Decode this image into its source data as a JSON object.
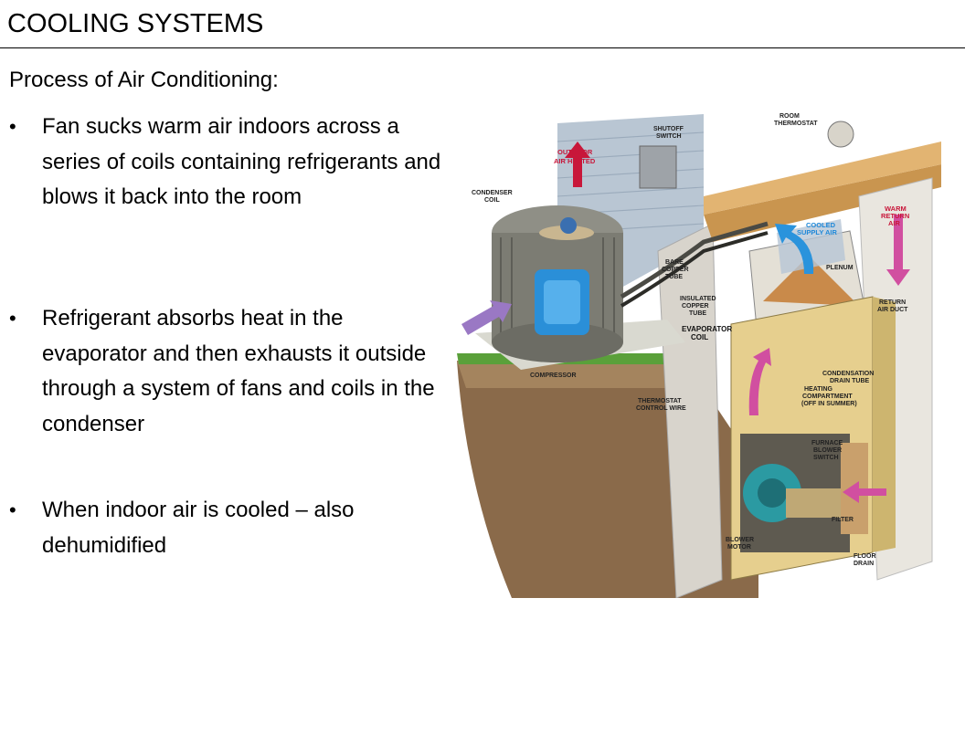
{
  "slide": {
    "title": "COOLING SYSTEMS",
    "subtitle": "Process of Air Conditioning:",
    "bullet_glyph": "•",
    "bullets": [
      "Fan sucks warm air indoors across a series of coils containing refrigerants and blows it back into the room",
      "Refrigerant absorbs heat in the evaporator and then exhausts it outside through a system of fans and coils in the condenser",
      "When indoor air is cooled – also dehumidified"
    ]
  },
  "illustration": {
    "labels": {
      "outdoor_air": [
        "OUTDOOR",
        "AIR HEATED"
      ],
      "shutoff": [
        "SHUTOFF",
        "SWITCH"
      ],
      "room_thermostat": [
        "ROOM",
        "THERMOSTAT"
      ],
      "condenser_coil": [
        "CONDENSER",
        "COIL"
      ],
      "warm_return": [
        "WARM",
        "RETURN",
        "AIR"
      ],
      "cooled_supply": [
        "COOLED",
        "SUPPLY AIR"
      ],
      "bare_copper": [
        "BARE",
        "COPPER",
        "TUBE"
      ],
      "plenum": "PLENUM",
      "insulated_copper": [
        "INSULATED",
        "COPPER",
        "TUBE"
      ],
      "return_duct": [
        "RETURN",
        "AIR DUCT"
      ],
      "evaporator": [
        "EVAPORATOR",
        "COIL"
      ],
      "compressor": "COMPRESSOR",
      "condensation": [
        "CONDENSATION",
        "DRAIN TUBE"
      ],
      "heating": [
        "HEATING",
        "COMPARTMENT",
        "(OFF IN SUMMER)"
      ],
      "thermostat_wire": [
        "THERMOSTAT",
        "CONTROL WIRE"
      ],
      "furnace_switch": [
        "FURNACE",
        "BLOWER",
        "SWITCH"
      ],
      "filter": "FILTER",
      "blower_motor": [
        "BLOWER",
        "MOTOR"
      ],
      "floor_drain": [
        "FLOOR",
        "DRAIN"
      ]
    },
    "colors": {
      "hot_arrow": "#c8173a",
      "cool_arrow": "#2a93dc",
      "return_arrow": "#d14fa0",
      "furnace": "#e6cf8e",
      "siding": "#b9c6d3",
      "soil": "#8a6a4a",
      "grass": "#5aa03a"
    }
  }
}
